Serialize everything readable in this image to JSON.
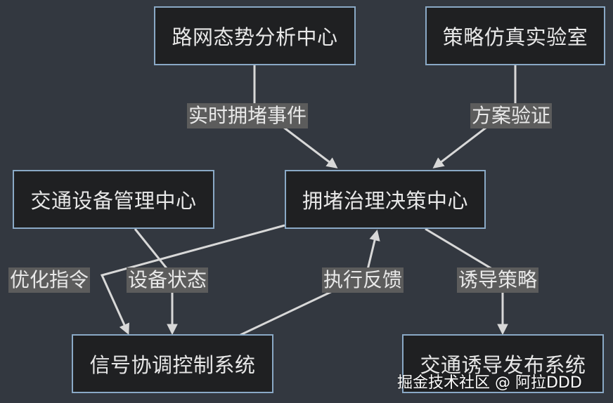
{
  "nodes": {
    "road_network": "路网态势分析中心",
    "strategy_lab": "策略仿真实验室",
    "device_center": "交通设备管理中心",
    "decision_center": "拥堵治理决策中心",
    "signal_system": "信号协调控制系统",
    "guidance_system": "交通诱导发布系统"
  },
  "edges": {
    "realtime_event": "实时拥堵事件",
    "plan_verify": "方案验证",
    "optimize_cmd": "优化指令",
    "device_status": "设备状态",
    "exec_feedback": "执行反馈",
    "guidance_strategy": "诱导策略"
  },
  "watermark": "掘金技术社区 @ 阿拉DDD",
  "colors": {
    "background": "#333840",
    "node_fill": "#1f2022",
    "node_border": "#8aa9c6",
    "edge": "#d8d8d8",
    "edge_label_bg": "#5c5c5c",
    "text": "#e8e8e8"
  }
}
